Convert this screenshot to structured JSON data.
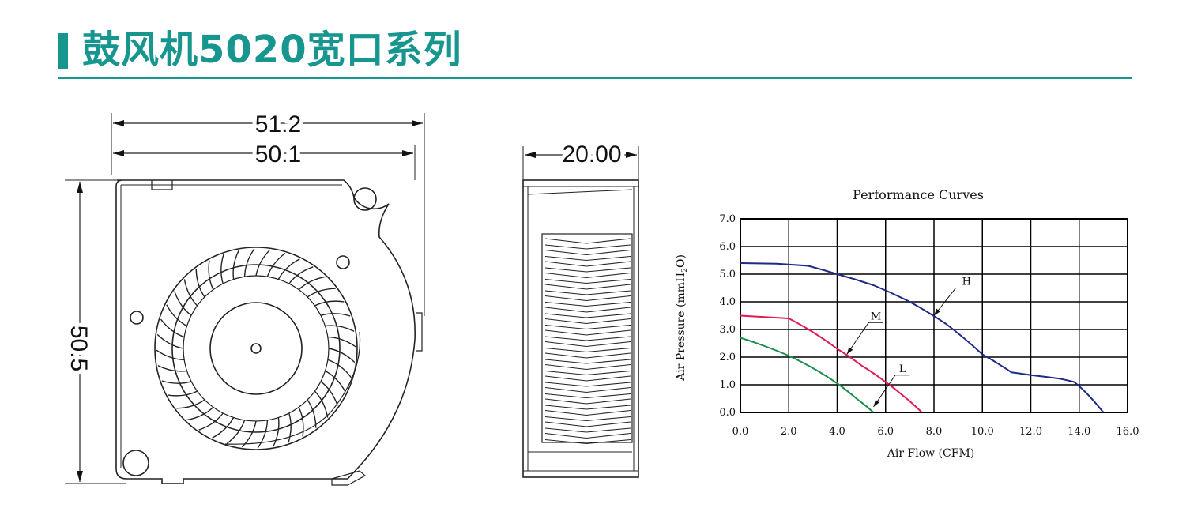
{
  "header": {
    "title": "鼓风机5020宽口系列",
    "accent_color": "#17968f"
  },
  "front_view": {
    "dim_outer_width": "51.2",
    "dim_inner_width": "50.1",
    "dim_height": "50.5"
  },
  "side_view": {
    "dim_thickness": "20.00"
  },
  "chart_data": {
    "type": "line",
    "title": "Performance Curves",
    "xlabel": "Air Flow (CFM)",
    "ylabel": "Air Pressure (mmH",
    "ylabel_sub": "2",
    "ylabel_end": "O)",
    "xlim": [
      0,
      16
    ],
    "ylim": [
      0,
      7
    ],
    "x_ticks": [
      "0.0",
      "2.0",
      "4.0",
      "6.0",
      "8.0",
      "10.0",
      "12.0",
      "14.0",
      "16.0"
    ],
    "y_ticks": [
      "0.0",
      "1.0",
      "2.0",
      "3.0",
      "4.0",
      "5.0",
      "6.0",
      "7.0"
    ],
    "grid": true,
    "series": [
      {
        "name": "H",
        "color": "#1d2a86",
        "x": [
          0.0,
          1.5,
          2.8,
          4.0,
          5.5,
          7.0,
          8.5,
          10.0,
          11.2,
          12.0,
          13.2,
          13.8,
          14.3,
          15.0
        ],
        "y": [
          5.4,
          5.38,
          5.3,
          5.0,
          4.6,
          4.0,
          3.2,
          2.1,
          1.45,
          1.35,
          1.22,
          1.1,
          0.7,
          0.0
        ]
      },
      {
        "name": "M",
        "color": "#e21b4e",
        "x": [
          0.0,
          1.0,
          2.0,
          3.0,
          4.0,
          5.0,
          6.0,
          6.8,
          7.5
        ],
        "y": [
          3.5,
          3.45,
          3.4,
          2.9,
          2.3,
          1.7,
          1.1,
          0.55,
          0.0
        ]
      },
      {
        "name": "L",
        "color": "#1a8f4e",
        "x": [
          0.0,
          1.0,
          2.0,
          3.0,
          4.0,
          4.8,
          5.5
        ],
        "y": [
          2.7,
          2.4,
          2.05,
          1.6,
          1.05,
          0.5,
          0.0
        ]
      }
    ]
  }
}
